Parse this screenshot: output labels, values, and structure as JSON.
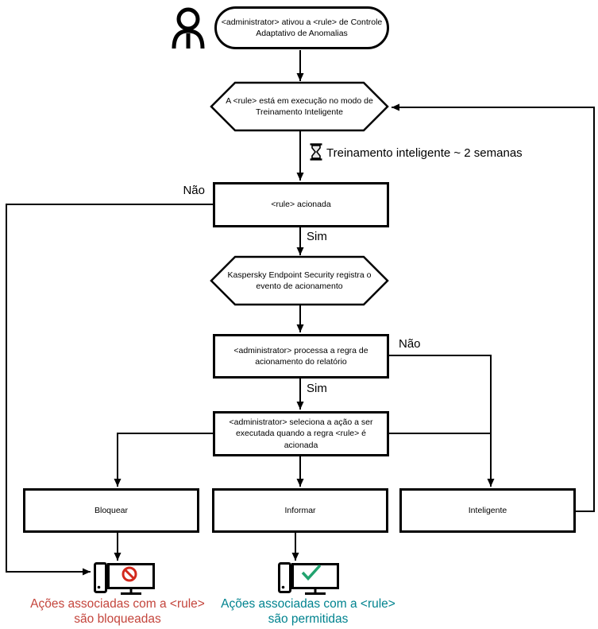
{
  "colors": {
    "line": "#000000",
    "background": "#ffffff",
    "blocked_text": "#c4453c",
    "allowed_text": "#00838f",
    "prohibition_sign": "#d3291d",
    "check_mark": "#22a36f"
  },
  "nodes": {
    "start": {
      "icon": "person-icon",
      "lines": [
        "<administrator> ativou a <rule> de Controle",
        "Adaptativo de Anomalias"
      ]
    },
    "training_mode": {
      "lines": [
        "A <rule> está em execução no modo de",
        "Treinamento Inteligente"
      ]
    },
    "rule_triggered": {
      "label": "<rule> acionada"
    },
    "registers_event": {
      "lines": [
        "Kaspersky Endpoint Security registra o",
        "evento de acionamento"
      ]
    },
    "process_report": {
      "lines": [
        "<administrator> processa a regra de",
        "acionamento do relatório"
      ]
    },
    "select_action": {
      "lines": [
        "<administrator> seleciona a ação a ser",
        "executada quando a regra <rule> é",
        "acionada"
      ]
    },
    "action_block": {
      "label": "Bloquear"
    },
    "action_inform": {
      "label": "Informar"
    },
    "action_smart": {
      "label": "Inteligente"
    }
  },
  "edge_labels": {
    "rule_not_triggered": "Não",
    "rule_triggered_yes": "Sim",
    "report_not_processed": "Não",
    "report_processed_yes": "Sim"
  },
  "annotations": {
    "training_duration": {
      "icon": "hourglass-icon",
      "text": "Treinamento inteligente ~ 2 semanas"
    }
  },
  "outcomes": {
    "blocked": {
      "icon": "computer-blocked-icon",
      "lines": [
        "Ações associadas com a <rule>",
        "são bloqueadas"
      ]
    },
    "allowed": {
      "icon": "computer-allowed-icon",
      "lines": [
        "Ações associadas com a <rule>",
        "são permitidas"
      ]
    }
  }
}
